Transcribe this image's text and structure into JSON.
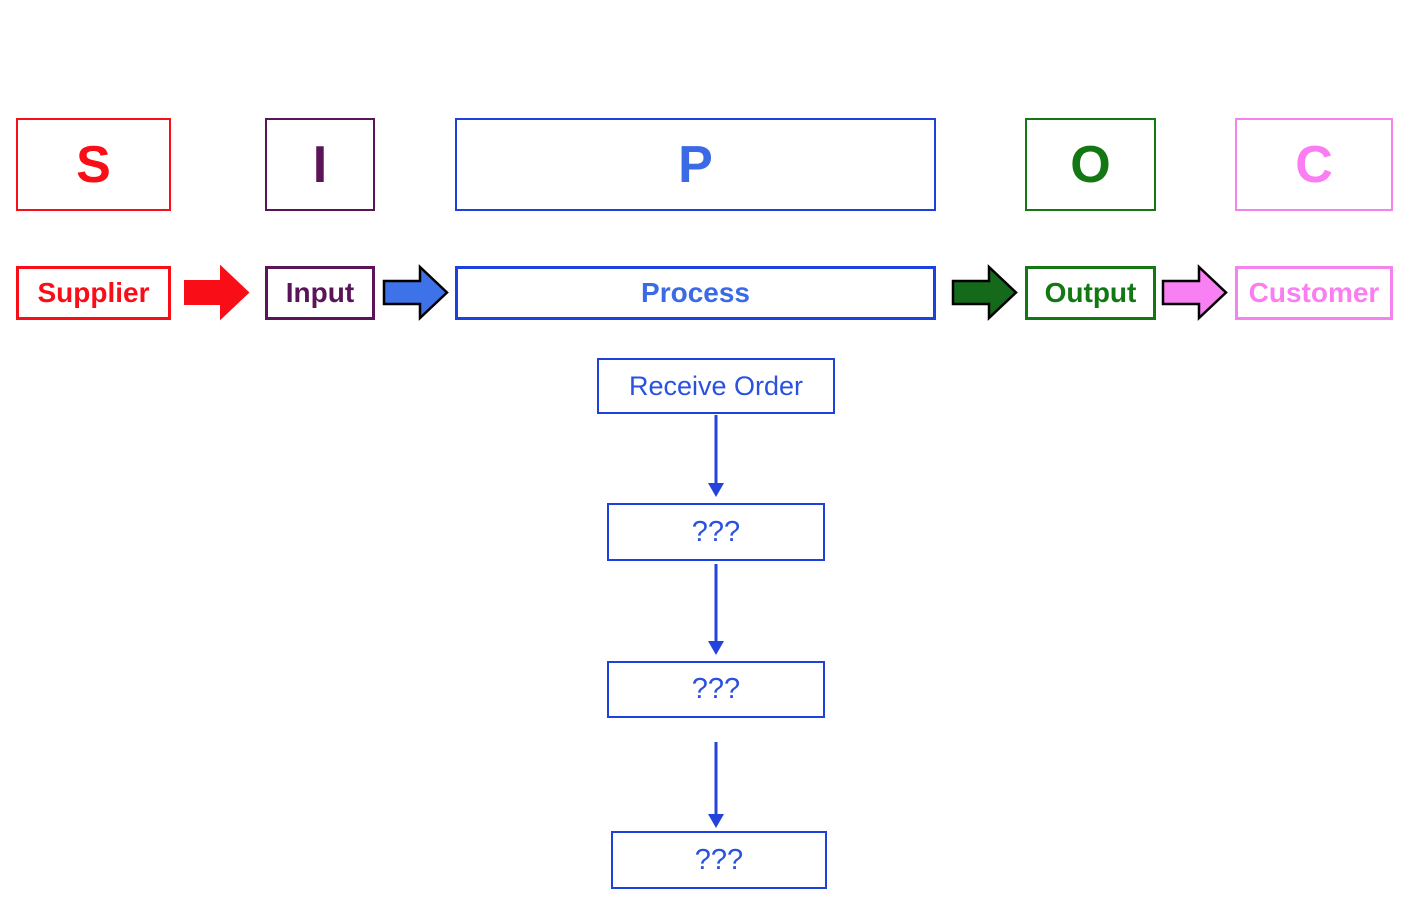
{
  "sipoc": {
    "diagram_type": "SIPOC process diagram",
    "columns": [
      {
        "id": "supplier",
        "letter": "S",
        "label": "Supplier",
        "color": "#f90d17"
      },
      {
        "id": "input",
        "letter": "I",
        "label": "Input",
        "color": "#5c1458"
      },
      {
        "id": "process",
        "letter": "P",
        "label": "Process",
        "color": "#3a6be4",
        "border_color": "#1c41dc"
      },
      {
        "id": "output",
        "letter": "O",
        "label": "Output",
        "color": "#137813"
      },
      {
        "id": "customer",
        "letter": "C",
        "label": "Customer",
        "color": "#fb7df2",
        "border_color": "#f583ed"
      }
    ],
    "flow_arrows": [
      {
        "name": "supplier-to-input",
        "fill": "#f90d17",
        "outline": "#f90d17"
      },
      {
        "name": "input-to-process",
        "fill": "#3e72e8",
        "outline": "#000000"
      },
      {
        "name": "process-to-output",
        "fill": "#15691b",
        "outline": "#000000"
      },
      {
        "name": "output-to-customer",
        "fill": "#f980f2",
        "outline": "#000000"
      }
    ],
    "process_steps": [
      {
        "label": "Receive Order"
      },
      {
        "label": "???"
      },
      {
        "label": "???"
      },
      {
        "label": "???"
      }
    ],
    "step_connector_color": "#2443dc",
    "background_color": "#ffffff"
  }
}
